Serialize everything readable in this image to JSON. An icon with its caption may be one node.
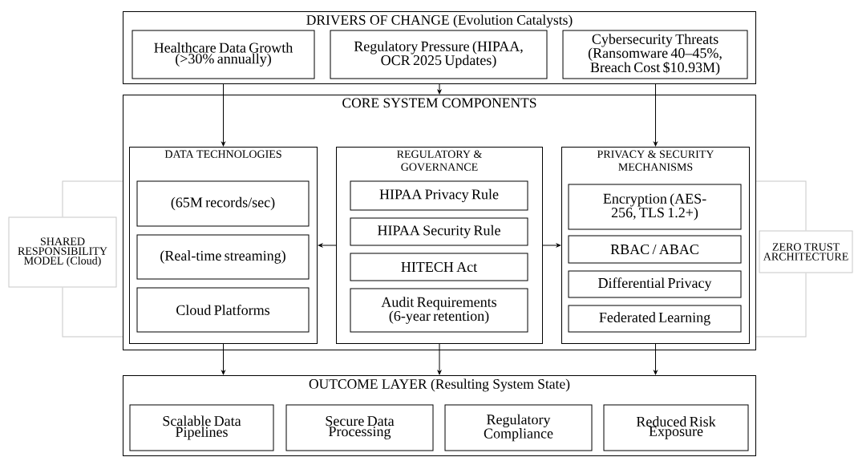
{
  "diagram": {
    "nodes": [
      {
        "text": [
          "DRIVERS OF CHANGE (Evolution Catalysts)"
        ]
      },
      {
        "text": [
          "Healthcare Data Growth (>30% annually)"
        ],
        "in": 0
      },
      {
        "text": [
          "Regulatory Pressure (HIPAA, OCR 2025 Updates)"
        ],
        "in": 0
      },
      {
        "text": [
          "Cybersecurity Threats (Ransomware 40–45%, Breach Cost $10.93M)"
        ],
        "in": 0
      },
      {
        "text": [
          "CORE SYSTEM COMPONENTS"
        ]
      },
      {
        "text": [
          "DATA TECHNOLOGIES"
        ],
        "in": 4
      },
      {
        "text": [
          "(65M records/sec)"
        ],
        "in": 5
      },
      {
        "text": [
          "(Real-time streaming)"
        ],
        "in": 5
      },
      {
        "text": [
          "Cloud Platforms"
        ],
        "in": 5
      },
      {
        "text": [
          "REGULATORY & GOVERNANCE"
        ],
        "in": 4
      },
      {
        "text": [
          "HIPAA Privacy Rule"
        ],
        "in": 9
      },
      {
        "text": [
          "HIPAA Security Rule"
        ],
        "in": 9
      },
      {
        "text": [
          "HITECH Act"
        ],
        "in": 9
      },
      {
        "text": [
          "Audit Requirements (6-year retention)"
        ],
        "in": 9
      },
      {
        "text": [
          "PRIVACY & SECURITY MECHANISMS"
        ],
        "in": 4
      },
      {
        "text": [
          "Encryption (AES-256, TLS 1.2+)"
        ],
        "in": 14
      },
      {
        "text": [
          "RBAC / ABAC"
        ],
        "in": 14
      },
      {
        "text": [
          "Differential Privacy"
        ],
        "in": 14
      },
      {
        "text": [
          "Federated Learning"
        ],
        "in": 14
      },
      {
        "text": [
          "OUTCOME LAYER (Resulting System State)"
        ]
      },
      {
        "text": [
          "Scalable Data Pipelines"
        ],
        "in": 19
      },
      {
        "text": [
          "Secure Data Processing"
        ],
        "in": 19
      },
      {
        "text": [
          "Regulatory Compliance"
        ],
        "in": 19
      },
      {
        "text": [
          "Reduced Risk Exposure"
        ],
        "in": 19
      },
      {
        "text": [
          "SHARED RESPONSIBILITY MODEL (Cloud)"
        ]
      },
      {
        "text": [
          "ZERO TRUST ARCHITECTURE"
        ]
      }
    ],
    "edges": [
      {
        "from": 0,
        "to": 5,
        "arrow": "to"
      },
      {
        "from": 0,
        "to": 4,
        "arrow": "to"
      },
      {
        "from": 0,
        "to": 14,
        "arrow": "to"
      },
      {
        "from": 9,
        "to": 5,
        "arrow": "to"
      },
      {
        "from": 9,
        "to": 14,
        "arrow": "to"
      },
      {
        "from": 5,
        "to": 19,
        "arrow": "to"
      },
      {
        "from": 9,
        "to": 19,
        "arrow": "to"
      },
      {
        "from": 14,
        "to": 19,
        "arrow": "to"
      },
      {
        "from": 24,
        "to": 4,
        "arrow": "none",
        "color": "#c8c8c8"
      },
      {
        "from": 24,
        "to": 4,
        "arrow": "none",
        "color": "#c8c8c8"
      },
      {
        "from": 25,
        "to": 4,
        "arrow": "none",
        "color": "#c8c8c8"
      },
      {
        "from": 25,
        "to": 4,
        "arrow": "none",
        "color": "#c8c8c8"
      }
    ]
  }
}
